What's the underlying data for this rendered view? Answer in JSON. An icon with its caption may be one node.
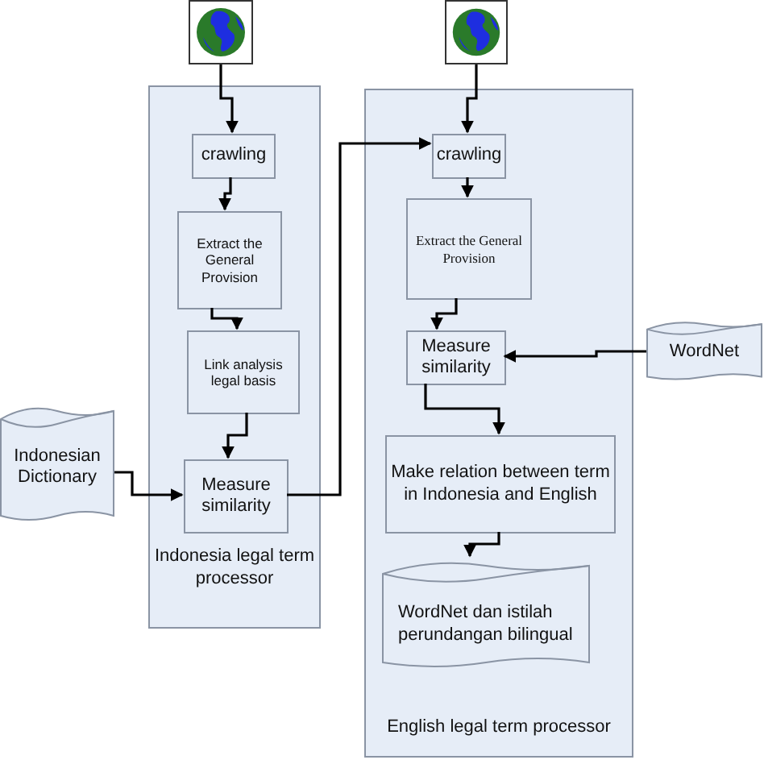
{
  "diagram": {
    "nodes": [
      {
        "text": [],
        "shape": "picture"
      },
      {
        "text": [
          "Indonesia legal term processor"
        ]
      },
      {
        "text": [
          "crawling"
        ],
        "in": 1
      },
      {
        "text": [
          "Extract the General Provision"
        ],
        "in": 1
      },
      {
        "text": [
          "Link analysis legal basis"
        ],
        "in": 1
      },
      {
        "text": [
          "Measure similarity"
        ],
        "in": 1
      },
      {
        "text": [
          "Indonesian Dictionary"
        ]
      },
      {
        "text": [],
        "shape": "picture"
      },
      {
        "text": [
          "English legal term processor"
        ]
      },
      {
        "text": [
          "crawling"
        ],
        "in": 8
      },
      {
        "text": [
          "Extract the General Provision"
        ],
        "in": 8
      },
      {
        "text": [
          "Measure similarity"
        ],
        "in": 8
      },
      {
        "text": [
          "WordNet"
        ]
      },
      {
        "text": [
          "Make relation between term in Indonesia and English"
        ],
        "in": 8
      },
      {
        "text": [
          "WordNet dan istilah perundangan bilingual"
        ],
        "in": 8
      }
    ],
    "edges": [
      {
        "from": 0,
        "to": 2,
        "arrow": "to"
      },
      {
        "from": 2,
        "to": 3,
        "arrow": "to"
      },
      {
        "from": 3,
        "to": 4,
        "arrow": "to"
      },
      {
        "from": 4,
        "to": 5,
        "arrow": "to"
      },
      {
        "from": 6,
        "to": 5,
        "arrow": "to"
      },
      {
        "from": 5,
        "to": 9,
        "arrow": "to"
      },
      {
        "from": 7,
        "to": 9,
        "arrow": "to"
      },
      {
        "from": 9,
        "to": 10,
        "arrow": "to"
      },
      {
        "from": 10,
        "to": 11,
        "arrow": "to"
      },
      {
        "from": 12,
        "to": 11,
        "arrow": "to"
      },
      {
        "from": 11,
        "to": 13,
        "arrow": "to"
      },
      {
        "from": 13,
        "to": 14,
        "arrow": "to"
      }
    ]
  }
}
